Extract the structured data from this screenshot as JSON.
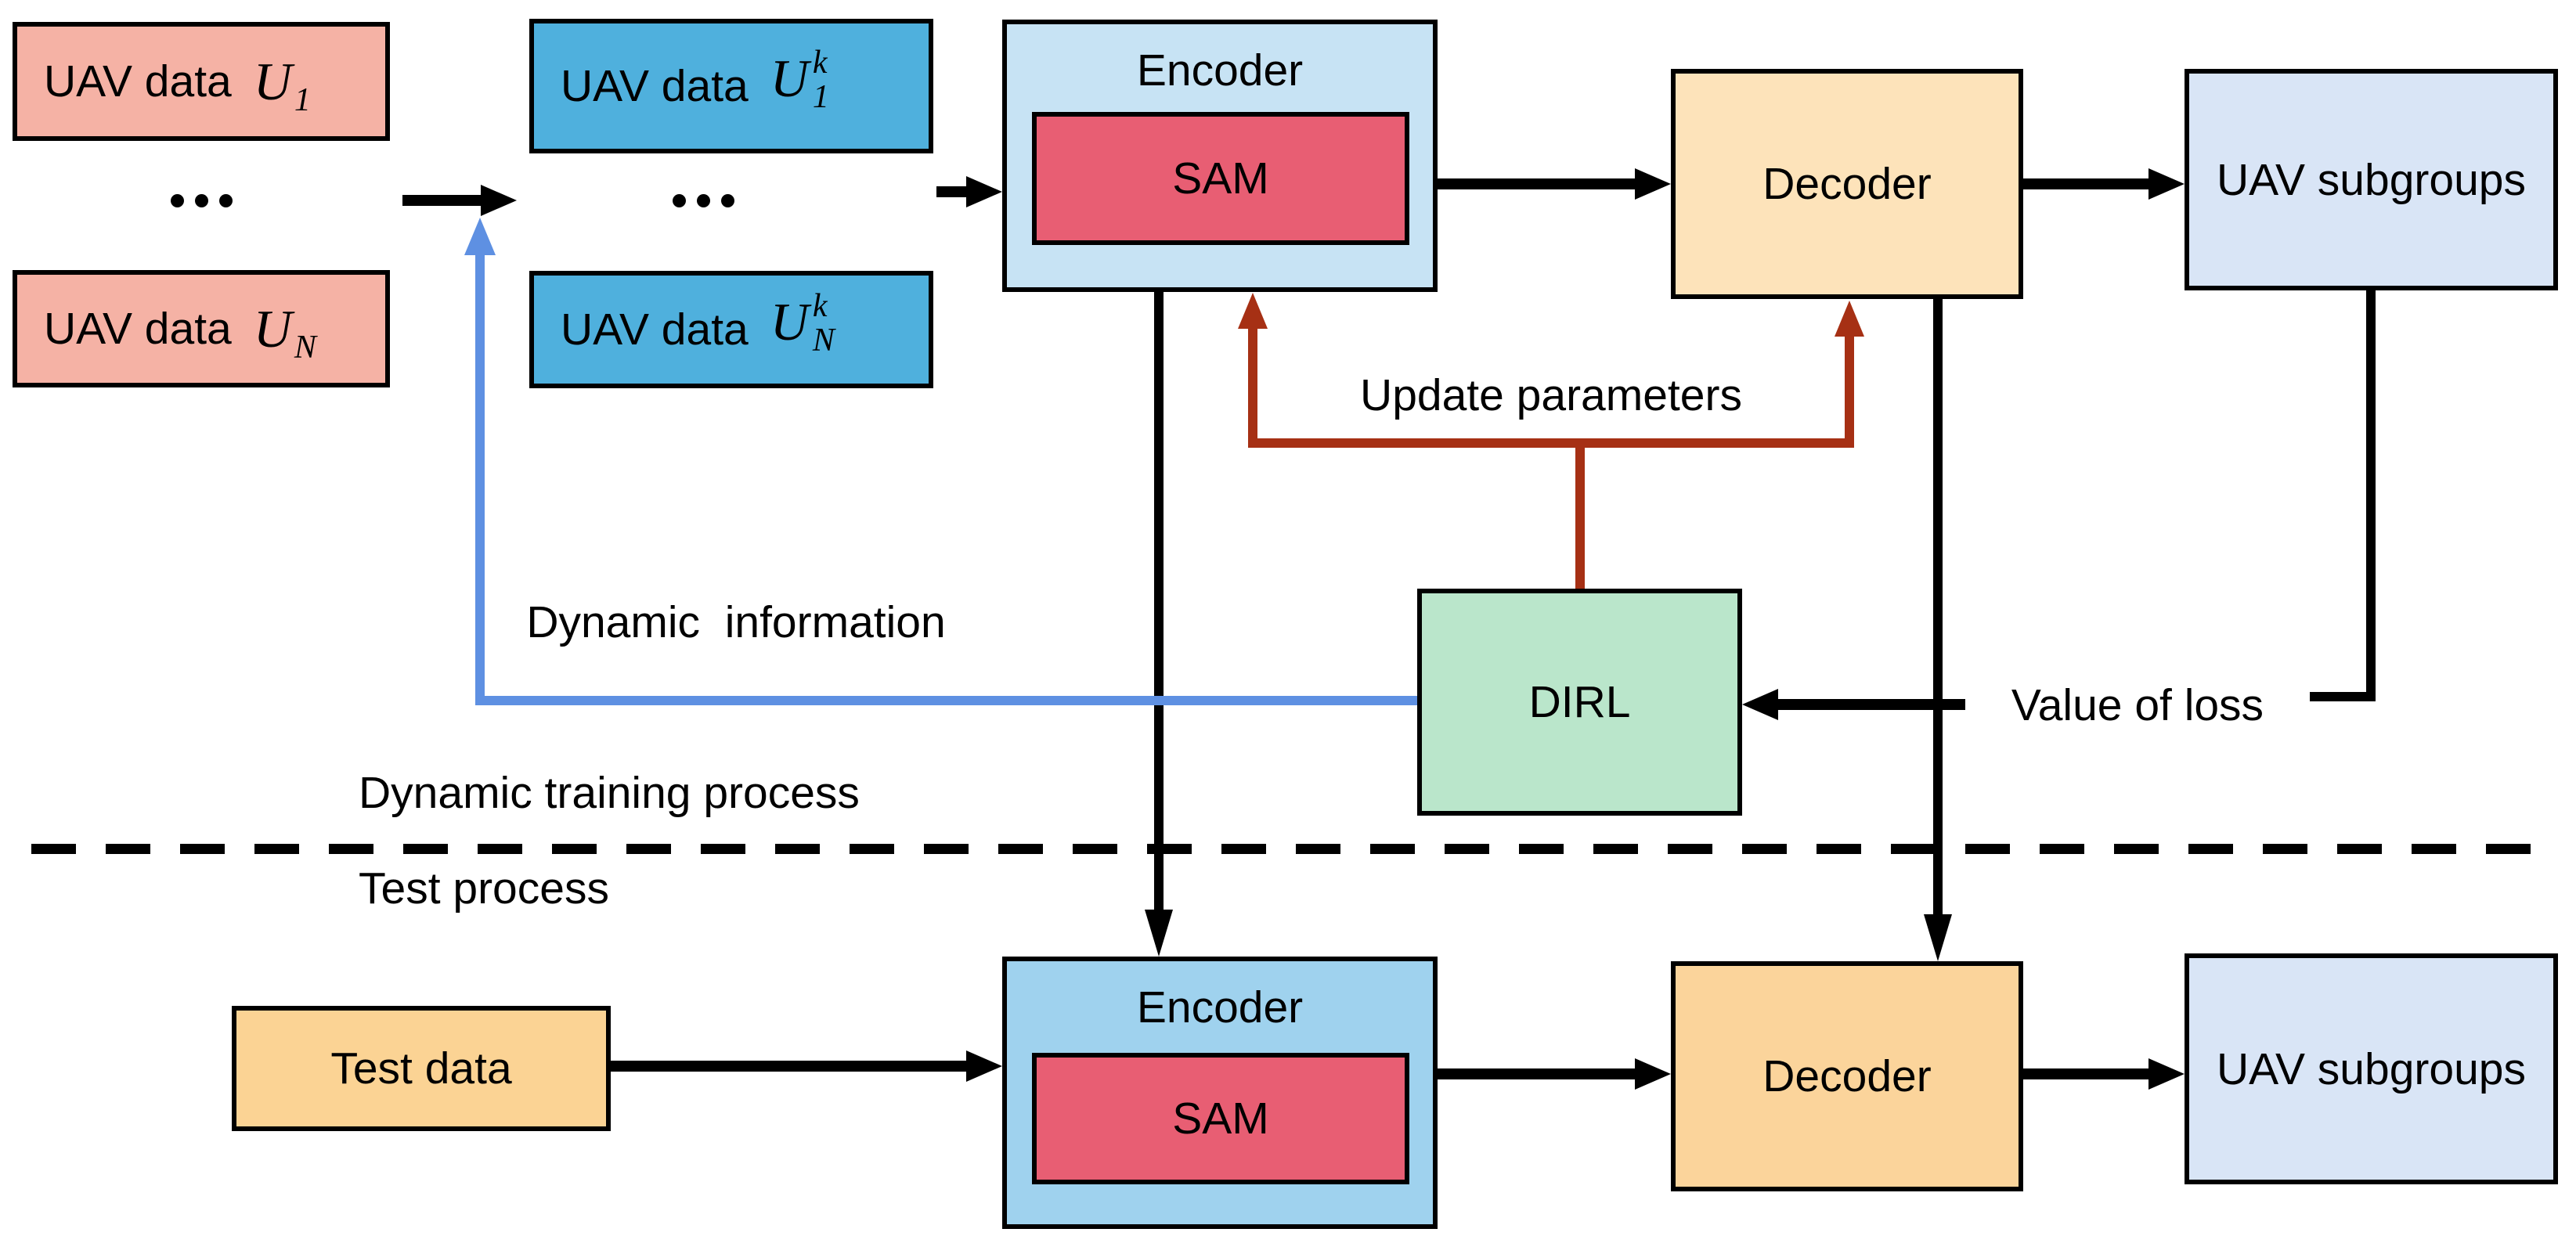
{
  "colors": {
    "uav_data_raw": "#f5b2a5",
    "uav_data_k": "#4fb0dd",
    "encoder_top": "#c7e3f4",
    "encoder_bottom": "#9fd2ee",
    "sam": "#e85e73",
    "decoder_top": "#fde3ba",
    "decoder_bottom": "#fbd49b",
    "uav_subgroups": "#d9e5f6",
    "dirl": "#bae6cb",
    "test_data": "#fbd394",
    "arrow_black": "#000000",
    "arrow_red": "#a63014",
    "arrow_blue": "#5e90e2"
  },
  "boxes": {
    "uav_data_1": {
      "text": "UAV data",
      "base": "U",
      "sub": "1"
    },
    "uav_data_n": {
      "text": "UAV data",
      "base": "U",
      "sub": "N"
    },
    "uav_data_1k": {
      "text": "UAV data",
      "base": "U",
      "sup": "k",
      "sub": "1"
    },
    "uav_data_nk": {
      "text": "UAV data",
      "base": "U",
      "sup": "k",
      "sub": "N"
    },
    "encoder_top": {
      "label": "Encoder"
    },
    "sam_top": {
      "label": "SAM"
    },
    "decoder_top": {
      "label": "Decoder"
    },
    "uav_subgroups_top": {
      "label": "UAV subgroups"
    },
    "dirl": {
      "label": "DIRL"
    },
    "test_data": {
      "label": "Test data"
    },
    "encoder_bottom": {
      "label": "Encoder"
    },
    "sam_bottom": {
      "label": "SAM"
    },
    "decoder_bottom": {
      "label": "Decoder"
    },
    "uav_subgroups_bottom": {
      "label": "UAV subgroups"
    }
  },
  "annotations": {
    "update_parameters": "Update parameters",
    "dynamic_information": "Dynamic  information",
    "value_of_loss": "Value of loss",
    "dynamic_training_process": "Dynamic training process",
    "test_process": "Test process",
    "ellipsis": "..."
  }
}
